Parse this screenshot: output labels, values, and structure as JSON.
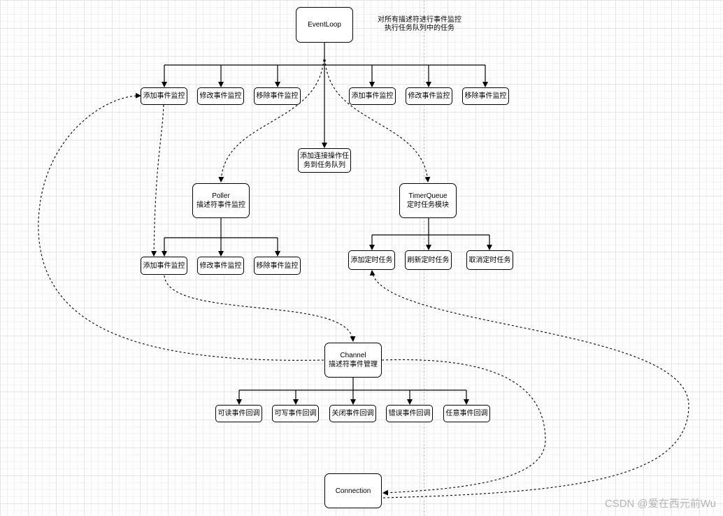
{
  "nodes": {
    "event_loop": "EventLoop",
    "el_add_event_left": "添加事件监控",
    "el_modify_event_left": "修改事件监控",
    "el_remove_event_left": "移除事件监控",
    "el_add_event_right": "添加事件监控",
    "el_modify_event_right": "修改事件监控",
    "el_remove_event_right": "移除事件监控",
    "add_task_to_queue": "添加连接操作任\n务到任务队列",
    "poller": "Poller\n描述符事件监控",
    "poller_add_event": "添加事件监控",
    "poller_modify_event": "修改事件监控",
    "poller_remove_event": "移除事件监控",
    "timer_queue": "TimerQueue\n定时任务模块",
    "timer_add": "添加定时任务",
    "timer_refresh": "刷新定时任务",
    "timer_cancel": "取消定时任务",
    "channel": "Channel\n描述符事件管理",
    "cb_read": "可读事件回调",
    "cb_write": "可写事件回调",
    "cb_close": "关闭事件回调",
    "cb_error": "错误事件回调",
    "cb_any": "任意事件回调",
    "connection": "Connection"
  },
  "annotation": "对所有描述符进行事件监控\n执行任务队列中的任务",
  "watermark": "CSDN @爱在西元前Wu"
}
